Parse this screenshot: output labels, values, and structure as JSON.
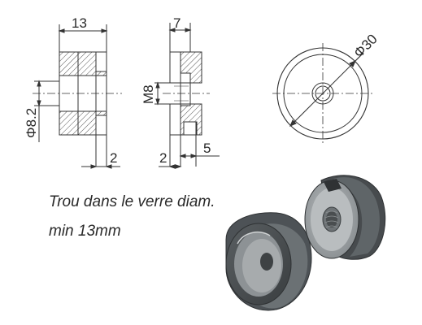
{
  "drawing": {
    "dimensions": {
      "left_width": "13",
      "left_diameter": "Φ8.2",
      "left_gap": "2",
      "middle_width": "7",
      "middle_thread": "M8",
      "middle_gap": "2",
      "middle_step": "5",
      "outer_diameter": "Φ30"
    },
    "note_line1": "Trou dans le verre diam.",
    "note_line2": "min 13mm"
  },
  "colors": {
    "line": "#333333",
    "hatch": "#555555",
    "part_dark": "#4a4f52",
    "part_mid": "#7d8386",
    "part_light": "#c9cccd"
  }
}
